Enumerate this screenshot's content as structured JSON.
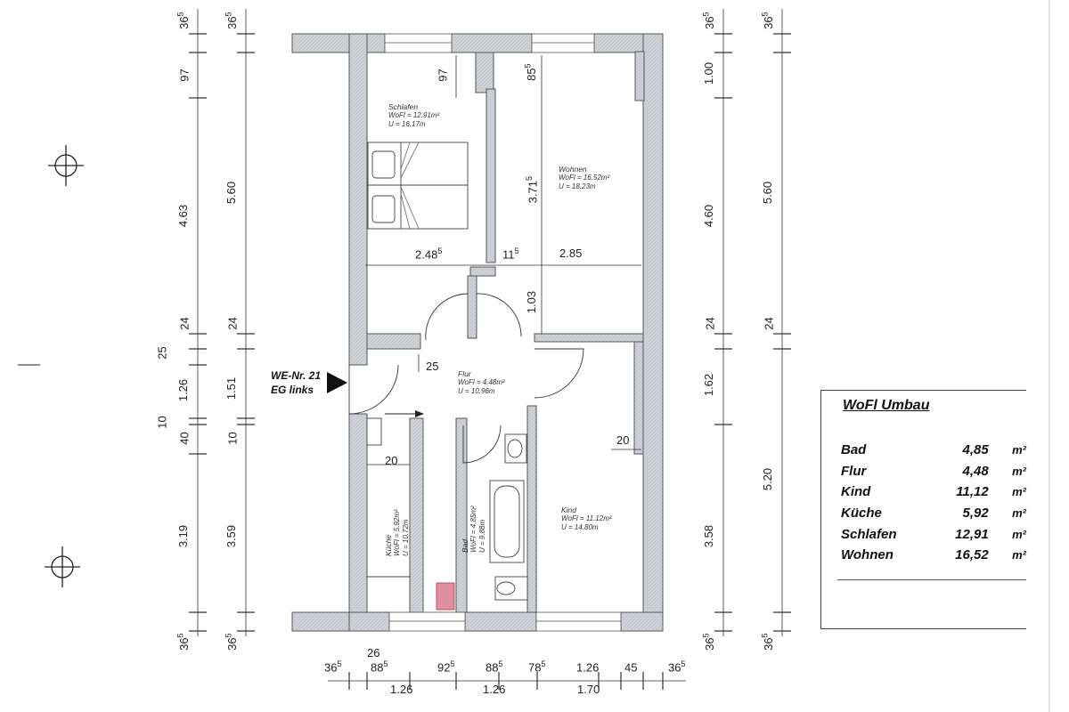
{
  "entrance": {
    "line1": "WE-Nr. 21",
    "line2": "EG links"
  },
  "rooms": [
    {
      "id": "schlafen",
      "name": "Schlafen",
      "wofl": "WoFl = 12.91m²",
      "u": "U = 16.17m"
    },
    {
      "id": "wohnen",
      "name": "Wohnen",
      "wofl": "WoFl = 16.52m²",
      "u": "U = 18.23m"
    },
    {
      "id": "flur",
      "name": "Flur",
      "wofl": "WoFl = 4.48m²",
      "u": "U = 10.96m"
    },
    {
      "id": "kueche",
      "name": "Küche",
      "wofl": "WoFl = 5.92m²",
      "u": "U = 10.72m"
    },
    {
      "id": "bad",
      "name": "Bad",
      "wofl": "WoFl = 4.85m²",
      "u": "U = 9.88m"
    },
    {
      "id": "kind",
      "name": "Kind",
      "wofl": "WoFl = 11.12m²",
      "u": "U = 14.80m"
    }
  ],
  "dims": {
    "left_outer": {
      "top": "36",
      "top_sup": "5",
      "d97": "97",
      "d463": "4.63",
      "d24": "24",
      "d25": "25",
      "d126": "1.26",
      "d10": "10",
      "d40": "40",
      "d319": "3.19",
      "bottom": "36",
      "bottom_sup": "5"
    },
    "left_inner": {
      "top": "36",
      "top_sup": "5",
      "d560": "5.60",
      "d24": "24",
      "d151": "1.51",
      "d10": "10",
      "d359": "3.59",
      "bottom": "36",
      "bottom_sup": "5"
    },
    "right_inner": {
      "top": "36",
      "top_sup": "5",
      "d100": "1.00",
      "d460": "4.60",
      "d24": "24",
      "d162": "1.62",
      "d358": "3.58",
      "bottom": "36",
      "bottom_sup": "5"
    },
    "right_outer": {
      "top": "36",
      "top_sup": "5",
      "d560": "5.60",
      "d24": "24",
      "d520": "5.20",
      "bottom": "36",
      "bottom_sup": "5"
    },
    "interior": {
      "d97": "97",
      "d85": "85",
      "d85_sup": "5",
      "d371": "3.71",
      "d371_sup": "5",
      "d248": "2.48",
      "d248_sup": "5",
      "d11": "11",
      "d11_sup": "5",
      "d285": "2.85",
      "d103": "1.03",
      "d25": "25",
      "d20a": "20",
      "d20b": "20"
    },
    "bottom_row1": [
      {
        "v": "36",
        "s": "5"
      },
      {
        "v": "88",
        "s": "5"
      },
      {
        "v": "92",
        "s": "5"
      },
      {
        "v": "88",
        "s": "5"
      },
      {
        "v": "78",
        "s": "5"
      },
      {
        "v": "1.26",
        "s": ""
      },
      {
        "v": "45",
        "s": ""
      },
      {
        "v": "36",
        "s": "5"
      }
    ],
    "bottom_26": "26",
    "bottom_row2": [
      "1.26",
      "1.26",
      "1.70"
    ]
  },
  "legend": {
    "title": "WoFl Umbau",
    "unit": "m²",
    "rows": [
      {
        "name": "Bad",
        "value": "4,85"
      },
      {
        "name": "Flur",
        "value": "4,48"
      },
      {
        "name": "Kind",
        "value": "11,12"
      },
      {
        "name": "Küche",
        "value": "5,92"
      },
      {
        "name": "Schlafen",
        "value": "12,91"
      },
      {
        "name": "Wohnen",
        "value": "16,52"
      }
    ]
  }
}
